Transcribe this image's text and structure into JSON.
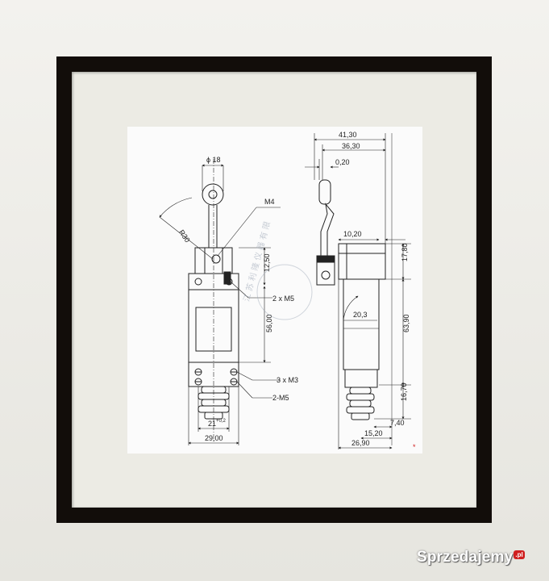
{
  "drawing": {
    "front": {
      "diameter": "ϕ 18",
      "radius": "R30",
      "screw_top": "M4",
      "height_top": "12,50",
      "screw_mid": "2 x M5",
      "height_body": "56,00",
      "screw_bottom_a": "3 x M3",
      "screw_bottom_b": "2-M5",
      "width_inner": "21",
      "tolerance": "+0,2",
      "width_outer": "29,00"
    },
    "side": {
      "width_total": "41,30",
      "width_second": "36,30",
      "offset_small": "0,20",
      "offset_top": "10,20",
      "height_top": "17,80",
      "angle": "20,3",
      "height_body": "63,90",
      "height_bottom": "16,70",
      "offset_right": "7,40",
      "offset_mid": "15,20",
      "depth": "26,90"
    },
    "stamp": "江 苏 利 隆 仪 器 有 限"
  },
  "watermark": {
    "brand": "Sprzedajemy",
    "suffix": ".pl"
  }
}
